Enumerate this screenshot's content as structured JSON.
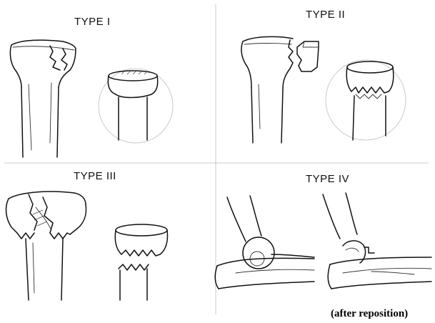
{
  "panels": [
    {
      "label": "TYPE I"
    },
    {
      "label": "TYPE II"
    },
    {
      "label": "TYPE III"
    },
    {
      "label": "TYPE IV"
    }
  ],
  "caption": "(after reposition)"
}
